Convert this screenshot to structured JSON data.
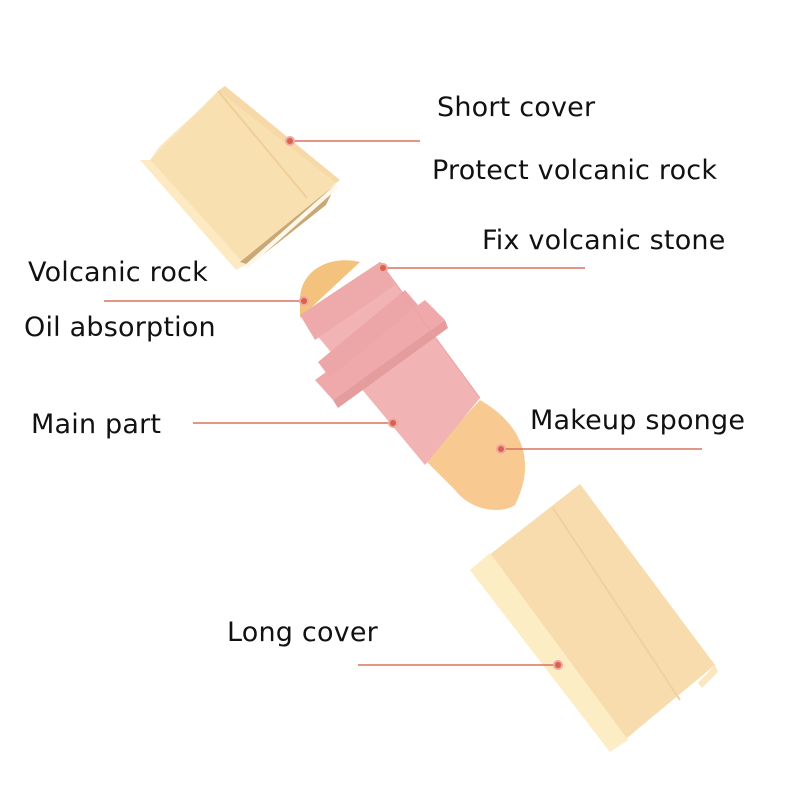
{
  "diagram": {
    "type": "product-exploded-view",
    "accent_color": "#d9735f",
    "colors": {
      "cover_light": "#fdebc4",
      "cover_mid": "#f8dfb1",
      "cover_inner": "#c9a876",
      "main_pink": "#f1b3b3",
      "main_pink_dark": "#e59e9f",
      "sponge": "#f7c98e",
      "rock": "#f3c27c"
    },
    "labels": {
      "short_cover": "Short cover",
      "protect_volcanic_rock": "Protect volcanic rock",
      "fix_volcanic_stone": "Fix volcanic stone",
      "volcanic_rock": "Volcanic rock",
      "oil_absorption": "Oil absorption",
      "main_part": "Main part",
      "makeup_sponge": "Makeup sponge",
      "long_cover": "Long cover"
    },
    "callouts": [
      {
        "part": "short-cover",
        "dot": [
          290,
          141
        ],
        "line_end": [
          420,
          141
        ]
      },
      {
        "part": "fix-volcanic-stone",
        "dot": [
          383,
          268
        ],
        "line_end": [
          585,
          268
        ]
      },
      {
        "part": "volcanic-rock",
        "dot": [
          304,
          301
        ],
        "line_end": [
          104,
          301
        ]
      },
      {
        "part": "main-part",
        "dot": [
          393,
          423
        ],
        "line_end": [
          193,
          423
        ]
      },
      {
        "part": "makeup-sponge",
        "dot": [
          501,
          449
        ],
        "line_end": [
          702,
          449
        ]
      },
      {
        "part": "long-cover",
        "dot": [
          558,
          665
        ],
        "line_end": [
          358,
          665
        ]
      }
    ]
  }
}
